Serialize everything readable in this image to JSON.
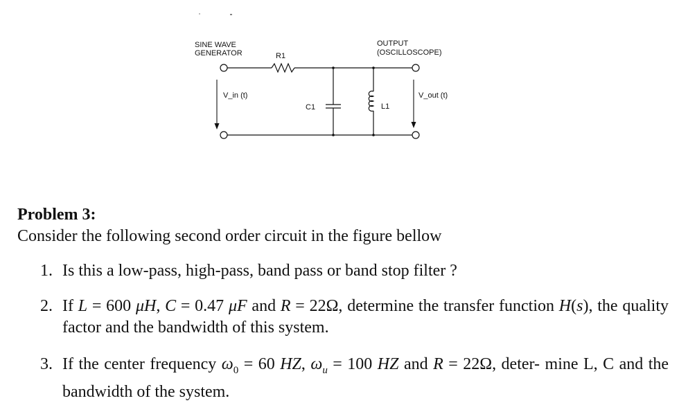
{
  "circuit": {
    "generator_label_line1": "SINE WAVE",
    "generator_label_line2": "GENERATOR",
    "output_label_line1": "OUTPUT",
    "output_label_line2": "(OSCILLOSCOPE)",
    "r1_label": "R1",
    "c1_label": "C1",
    "l1_label": "L1",
    "vin_label": "V_in (t)",
    "vout_label": "V_out (t)"
  },
  "problem": {
    "heading": "Problem 3:",
    "intro": "Consider the following second order circuit in the figure bellow",
    "q1_num": "1.",
    "q1_text": "Is this a low-pass, high-pass, band pass or band stop filter ?",
    "q2_num": "2.",
    "q2_if": "If",
    "q2_L_val": "600",
    "q2_C_val": "0.47",
    "q2_and": "and",
    "q2_R_val": "22Ω,",
    "q2_tail": "determine the transfer function",
    "q2_end": ", the quality factor and the bandwidth of this system.",
    "q3_num": "3.",
    "q3_start": "If the center frequency",
    "q3_w0_val": "60",
    "q3_wu_val": "100",
    "q3_and": "and",
    "q3_R_val": "22Ω, deter-",
    "q3_end": "mine L, C and the bandwidth of the system."
  }
}
